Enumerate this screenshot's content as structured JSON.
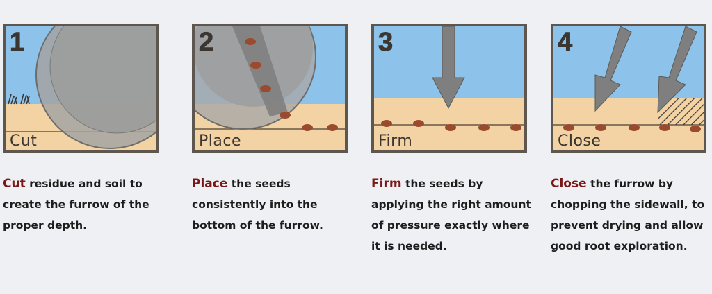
{
  "steps": [
    {
      "number": "1",
      "label": "Cut",
      "keyword": "Cut",
      "text": " residue and soil to create the furrow of the proper depth."
    },
    {
      "number": "2",
      "label": "Place",
      "keyword": "Place",
      "text": " the seeds consistently into the bottom of the furrow."
    },
    {
      "number": "3",
      "label": "Firm",
      "keyword": "Firm",
      "text": " the seeds by applying the right amount of pressure exactly where it is needed."
    },
    {
      "number": "4",
      "label": "Close",
      "keyword": "Close",
      "text": " the furrow by chopping the sidewall, to prevent drying and allow good root exploration."
    }
  ],
  "colors": {
    "sky": "#8dc3ea",
    "soil": "#f3d3a3",
    "seed": "#9a4a2e",
    "disc": "#9a9a9a",
    "arrow": "#7f7f7f",
    "frame": "#5d5750",
    "keyword": "#7a1818",
    "background": "#eef0f4"
  }
}
